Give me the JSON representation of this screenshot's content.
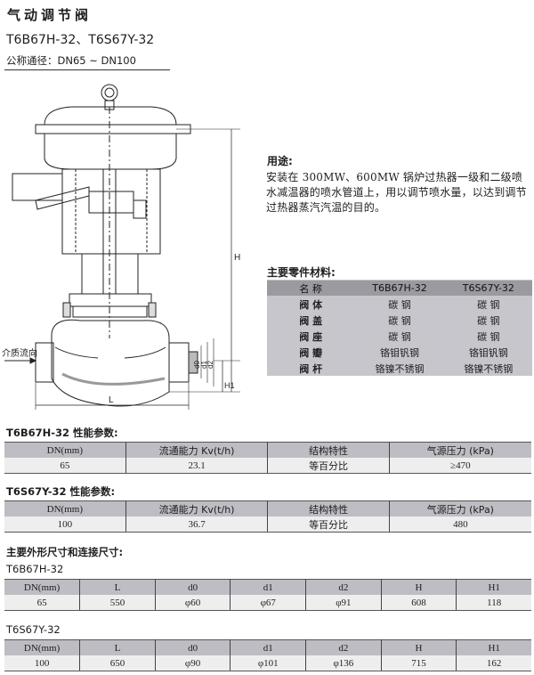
{
  "header": {
    "title": "气动调节阀",
    "models": "T6B67H-32、T6S67Y-32",
    "nominal_diameter": "公称通径：DN65 ~ DN100"
  },
  "drawing": {
    "medium_flow_label": "介质流向",
    "dim_H": "H",
    "dim_H1": "H1",
    "dim_L": "L",
    "dim_d0": "d0",
    "dim_d1": "d1",
    "dim_d2": "d2"
  },
  "purpose": {
    "title": "用途:",
    "text": "安装在 300MW、600MW 锅炉过热器一级和二级喷水减温器的喷水管道上，用以调节喷水量，以达到调节过热器蒸汽汽温的目的。"
  },
  "parts": {
    "title": "主要零件材料:",
    "headers": [
      "名 称",
      "T6B67H-32",
      "T6S67Y-32"
    ],
    "rows": [
      [
        "阀 体",
        "碳 钢",
        "碳 钢"
      ],
      [
        "阀 盖",
        "碳 钢",
        "碳 钢"
      ],
      [
        "阀 座",
        "碳 钢",
        "碳 钢"
      ],
      [
        "阀 瓣",
        "铬钼钒钢",
        "铬钼钒钢"
      ],
      [
        "阀 杆",
        "铬镍不锈钢",
        "铬镍不锈钢"
      ]
    ]
  },
  "performance": [
    {
      "title": "T6B67H-32 性能参数:",
      "headers": [
        "DN(mm)",
        "流通能力 Kv(t/h)",
        "结构特性",
        "气源压力 (kPa)"
      ],
      "values": [
        "65",
        "23.1",
        "等百分比",
        "≥470"
      ]
    },
    {
      "title": "T6S67Y-32 性能参数:",
      "headers": [
        "DN(mm)",
        "流通能力 Kv(t/h)",
        "结构特性",
        "气源压力 (kPa)"
      ],
      "values": [
        "100",
        "36.7",
        "等百分比",
        "480"
      ]
    }
  ],
  "dimensions": {
    "title": "主要外形尺寸和连接尺寸:",
    "tables": [
      {
        "model": "T6B67H-32",
        "headers": [
          "DN(mm)",
          "L",
          "d0",
          "d1",
          "d2",
          "H",
          "H1"
        ],
        "values": [
          "65",
          "550",
          "φ60",
          "φ67",
          "φ91",
          "608",
          "118"
        ]
      },
      {
        "model": "T6S67Y-32",
        "headers": [
          "DN(mm)",
          "L",
          "d0",
          "d1",
          "d2",
          "H",
          "H1"
        ],
        "values": [
          "100",
          "650",
          "φ90",
          "φ101",
          "φ136",
          "715",
          "162"
        ]
      }
    ]
  }
}
